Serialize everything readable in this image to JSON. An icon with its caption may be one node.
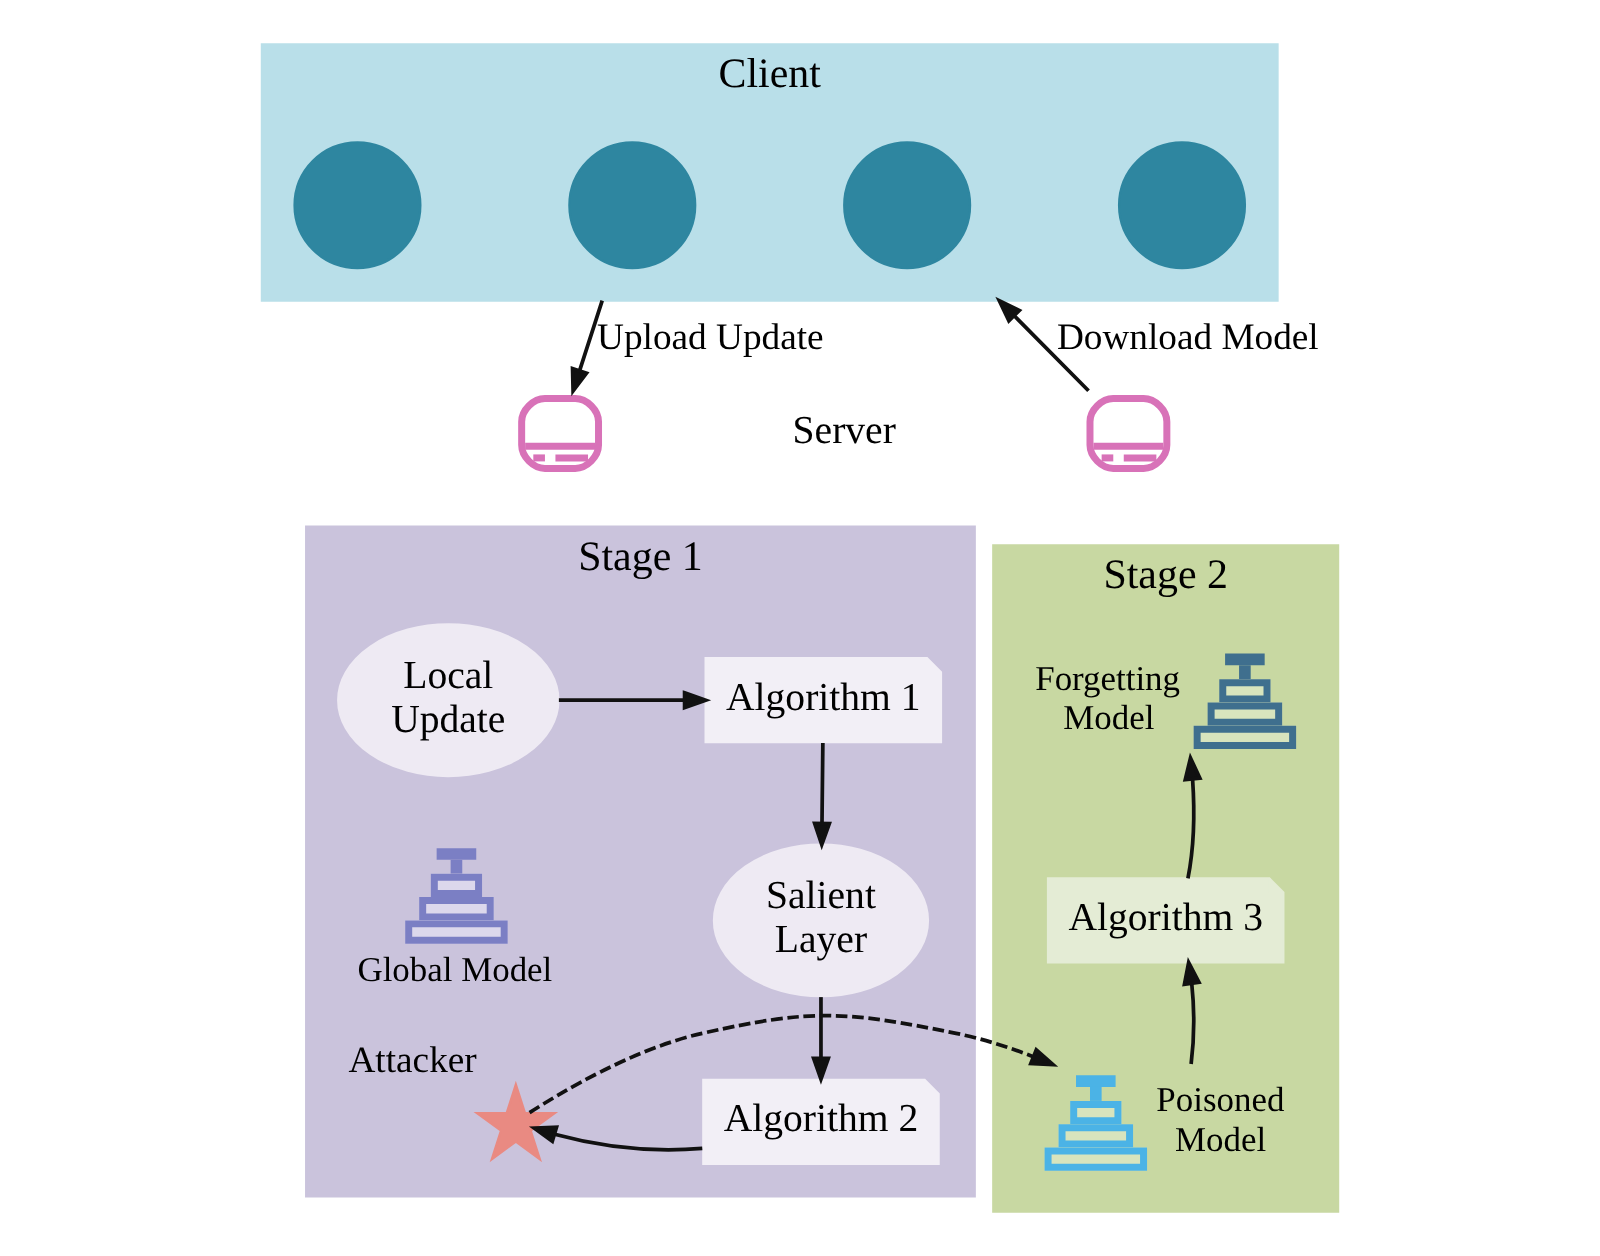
{
  "diagram": {
    "nodes": [
      {
        "text": [
          "Client"
        ]
      },
      {
        "text": [],
        "shape": "circle",
        "in": 0
      },
      {
        "text": [],
        "shape": "circle",
        "in": 0
      },
      {
        "text": [],
        "shape": "circle",
        "in": 0
      },
      {
        "text": [],
        "shape": "circle",
        "in": 0
      },
      {
        "text": [],
        "shape": "picture"
      },
      {
        "text": [],
        "shape": "picture"
      },
      {
        "text": [
          "Stage 1"
        ]
      },
      {
        "text": [
          "Local Update"
        ],
        "in": 7
      },
      {
        "text": [
          "Algorithm 1"
        ],
        "in": 7
      },
      {
        "text": [
          "Salient Layer"
        ],
        "in": 7
      },
      {
        "text": [],
        "shape": "picture",
        "beside": [
          "Global Model"
        ],
        "in": 7
      },
      {
        "text": [
          "Algorithm 2"
        ],
        "in": 7
      },
      {
        "text": [],
        "shape": "star",
        "beside": [
          "Attacker"
        ],
        "in": 7
      },
      {
        "text": [
          "Stage 2"
        ]
      },
      {
        "text": [],
        "shape": "picture",
        "beside": [
          "Forgetting Model"
        ],
        "in": 14
      },
      {
        "text": [
          "Algorithm 3"
        ],
        "in": 14
      },
      {
        "text": [],
        "shape": "picture",
        "beside": [
          "Poisoned Model"
        ],
        "in": 14
      }
    ],
    "edges": [
      {
        "from": 0,
        "to": 5,
        "arrow": "to",
        "label": "Upload Update"
      },
      {
        "from": 6,
        "to": 0,
        "arrow": "to",
        "label": "Download Model"
      },
      {
        "from": 8,
        "to": 9,
        "arrow": "to"
      },
      {
        "from": 9,
        "to": 10,
        "arrow": "to"
      },
      {
        "from": 10,
        "to": 12,
        "arrow": "to"
      },
      {
        "from": 12,
        "to": 13,
        "arrow": "to"
      },
      {
        "from": 13,
        "to": 17,
        "arrow": "to",
        "style": "dashed"
      },
      {
        "from": 17,
        "to": 16,
        "arrow": "to"
      },
      {
        "from": 16,
        "to": 15,
        "arrow": "to"
      }
    ],
    "labels": [
      "Server"
    ]
  }
}
